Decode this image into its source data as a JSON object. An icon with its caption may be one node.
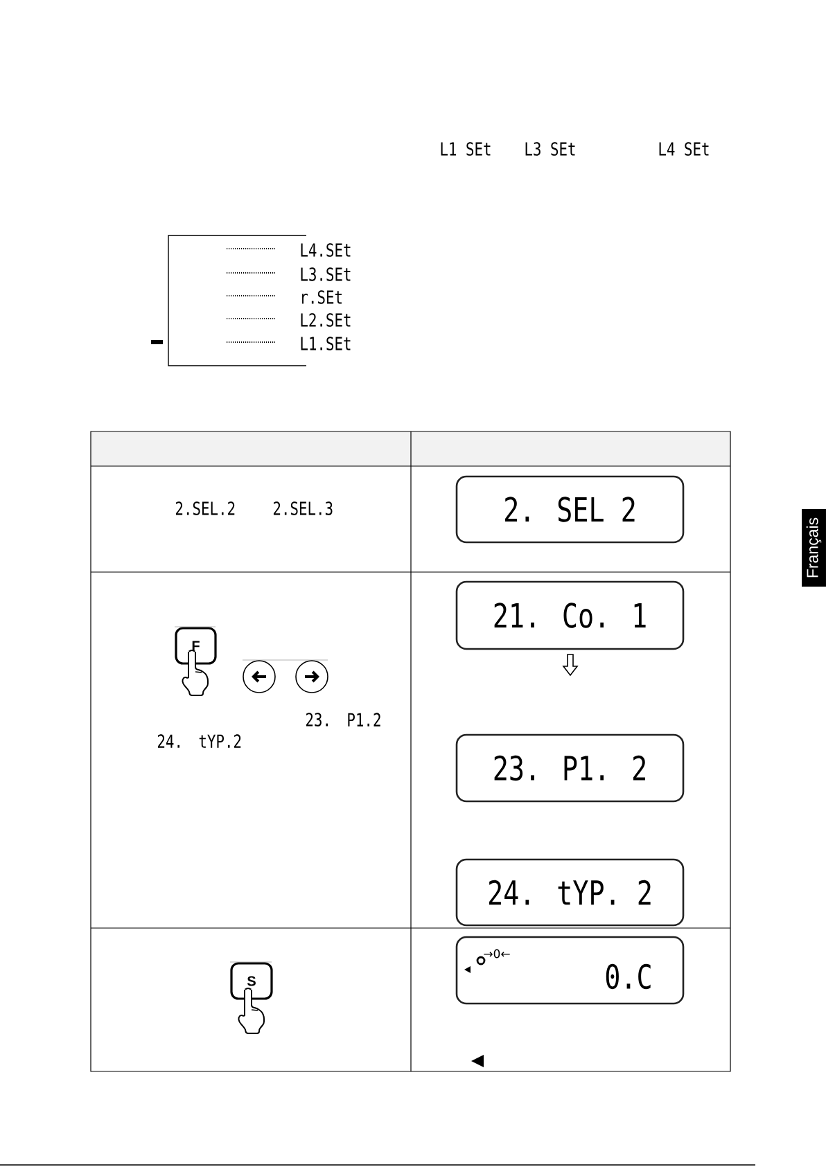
{
  "diagram": {
    "nodes": [
      {
        "text": [
          "2. SEL 2"
        ]
      },
      {
        "text": [
          "Français"
        ]
      },
      {
        "text": [
          "F"
        ]
      },
      {
        "text": [
          "21. Co. 1"
        ]
      },
      {
        "text": [
          "23. P1. 2"
        ]
      },
      {
        "text": [
          "24. tYP. 2"
        ]
      },
      {
        "text": [
          "S"
        ]
      },
      {
        "text": [
          "→0←",
          "0.C"
        ]
      }
    ],
    "labels": [
      "L1 SEt",
      "L3 SEt",
      "L4 SEt",
      "L4.SEt",
      "L3.SEt",
      "r.SEt",
      "L2.SEt",
      "L1.SEt",
      "2.SEL.2",
      "2.SEL.3",
      "23.",
      "P1.2",
      "24.",
      "tYP.2"
    ]
  }
}
